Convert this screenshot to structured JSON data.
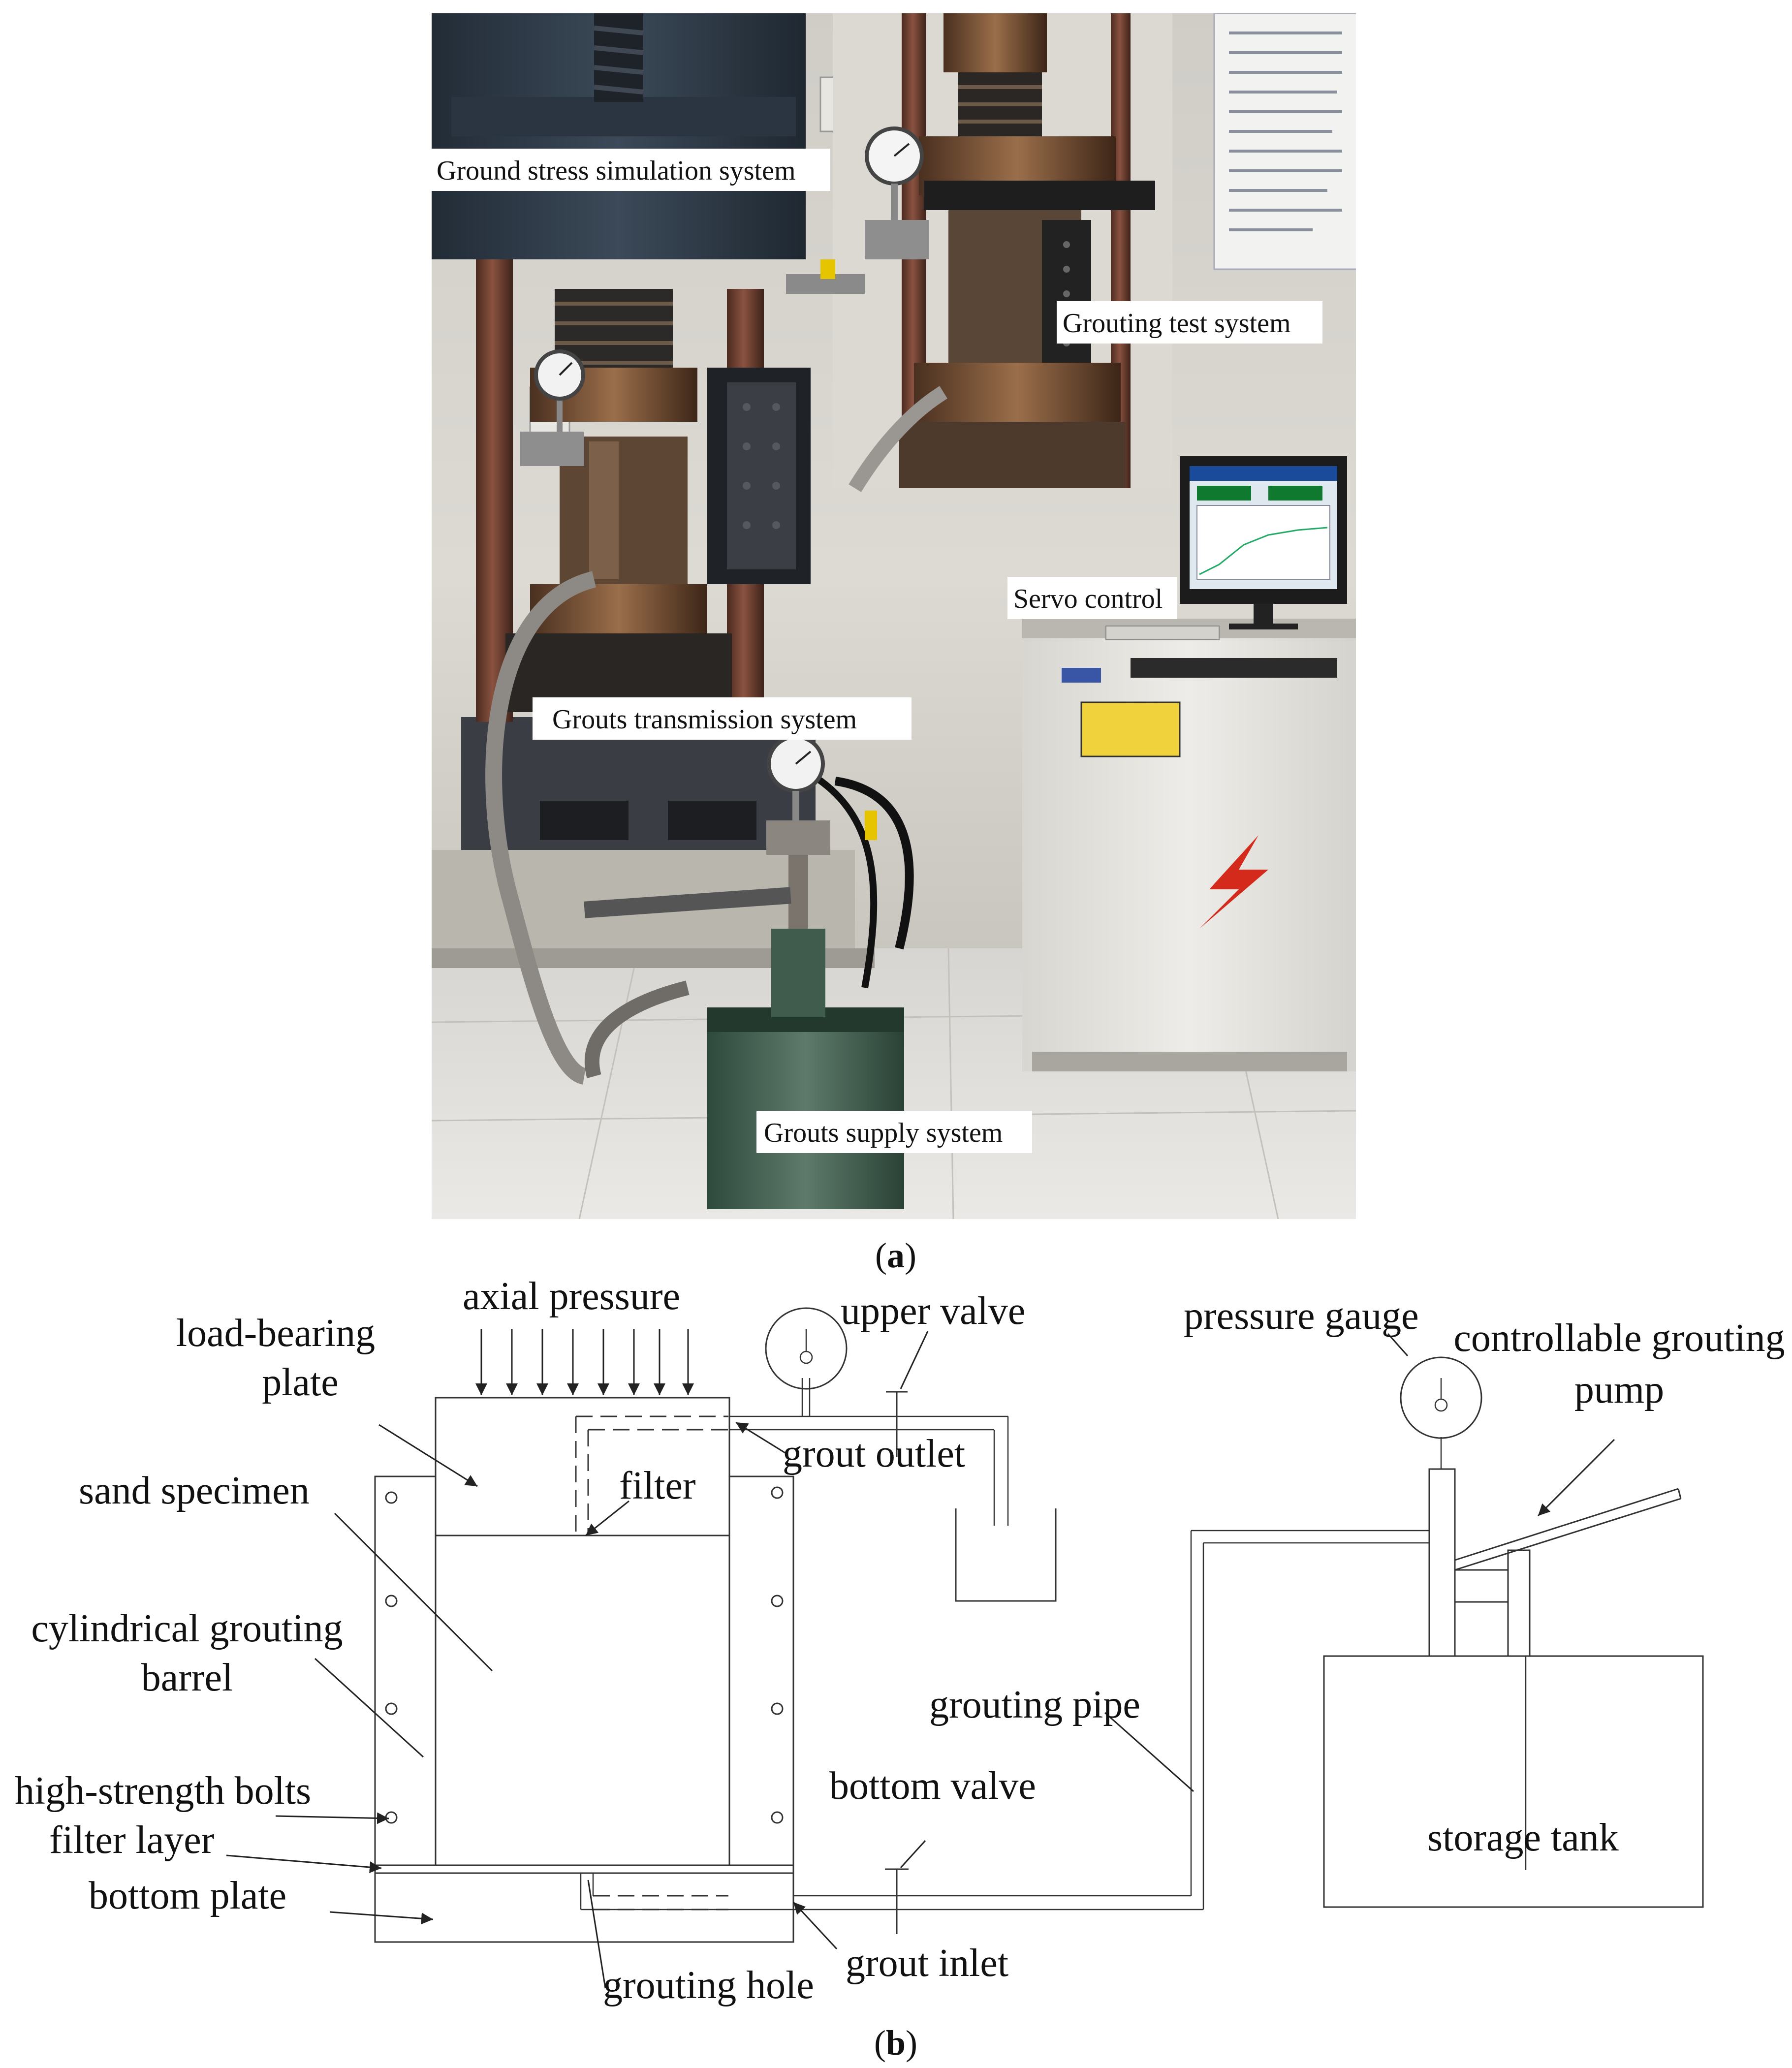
{
  "photo_labels": {
    "ground_stress": "Ground stress simulation system",
    "grouting_test": "Grouting test system",
    "servo_control": "Servo control",
    "grouts_transmission": "Grouts transmission system",
    "grouts_supply": "Grouts supply system"
  },
  "captions": {
    "a_open": "(",
    "a_letter": "a",
    "a_close": ")",
    "b_open": "(",
    "b_letter": "b",
    "b_close": ")"
  },
  "diagram_labels": {
    "axial_pressure": "axial pressure",
    "upper_valve": "upper valve",
    "pressure_gauge": "pressure gauge",
    "controllable_grouting_1": "controllable grouting",
    "controllable_grouting_2": "pump",
    "load_bearing_1": "load-bearing",
    "load_bearing_2": "plate",
    "grout_outlet": "grout outlet",
    "filter": "filter",
    "sand_specimen": "sand specimen",
    "cylindrical_1": "cylindrical grouting",
    "cylindrical_2": "barrel",
    "grouting_pipe": "grouting pipe",
    "bottom_valve": "bottom valve",
    "high_strength_bolts": "high-strength bolts",
    "filter_layer": "filter layer",
    "storage_tank": "storage tank",
    "bottom_plate": "bottom plate",
    "grout_inlet": "grout inlet",
    "grouting_hole": "grouting hole"
  },
  "colors": {
    "line": "#333333",
    "frame_dark": "#2c3846",
    "column_rust": "#6a3c2c",
    "wall": "#d8d6cf",
    "floor": "#e2e0dc",
    "tank_green": "#3d5a4c",
    "cabinet": "#e6e4df",
    "warning_red": "#d42a1c"
  }
}
